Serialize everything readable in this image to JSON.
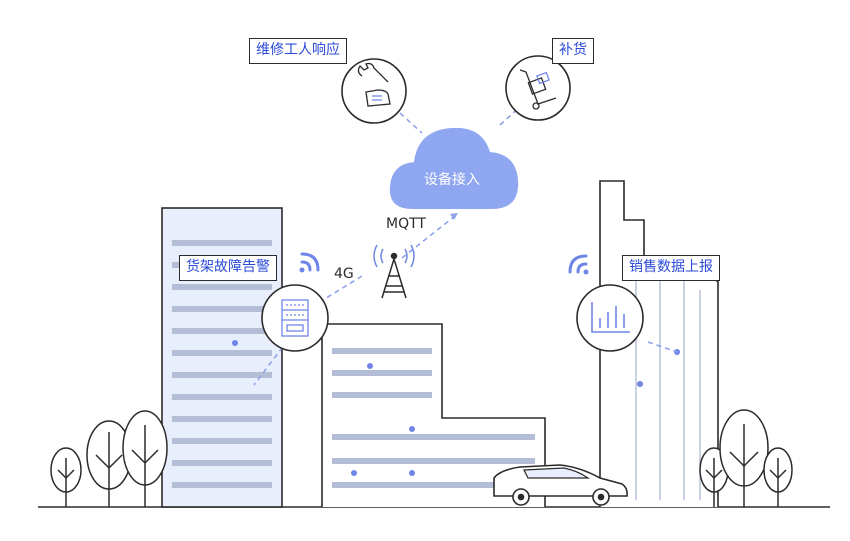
{
  "labels": {
    "repair": "维修工人响应",
    "restock": "补货",
    "alarm": "货架故障告警",
    "sales": "销售数据上报",
    "cloud": "设备接入",
    "mqtt": "MQTT",
    "network": "4G"
  },
  "colors": {
    "accent": "#2b4ad8",
    "cloud": "#8fa6f0",
    "building_fill": "#e8eefb",
    "stripe": "#b3bdd6",
    "line": "#2b2b2b",
    "dash": "#8ea3e8"
  },
  "icons": [
    "wrench-hand-icon",
    "hand-truck-icon",
    "vending-shelf-icon",
    "bar-chart-icon",
    "signal-tower-icon",
    "wifi-signal-icon",
    "tree-icon",
    "car-icon",
    "cloud-icon"
  ]
}
